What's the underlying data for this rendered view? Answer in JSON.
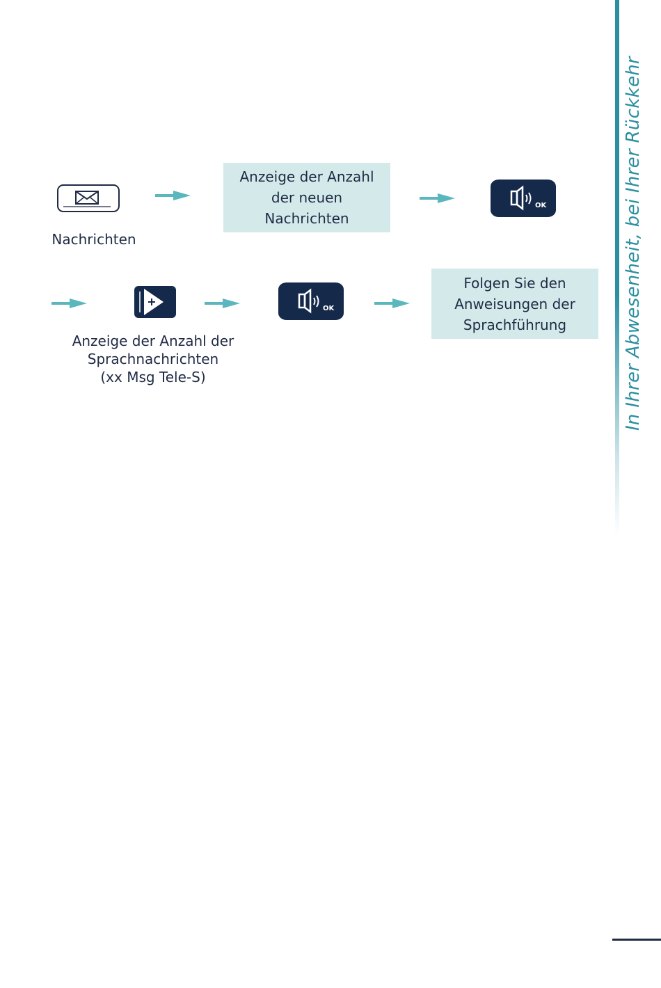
{
  "side_title": "In Ihrer Abwesenheit, bei Ihrer Rückkehr",
  "steps": {
    "messages_key_label": "Nachrichten",
    "box_new_count": "Anzeige der Anzahl\nder neuen\nNachrichten",
    "voice_caption": "Anzeige der Anzahl der\nSprachnachrichten\n(xx Msg Tele-S)",
    "box_follow": "Folgen Sie den\nAnweisungen der\nSprachführung",
    "ok_label": "OK"
  },
  "icons": {
    "envelope": "envelope-icon",
    "speaker_ok": "speaker-ok-icon",
    "nav_plus": "navigator-plus-icon",
    "arrow": "arrow-right-icon"
  },
  "colors": {
    "accent": "#2b8fa0",
    "arrow": "#5ab7be",
    "box": "#d4eaea",
    "key": "#15294a",
    "text": "#1f2a44"
  }
}
